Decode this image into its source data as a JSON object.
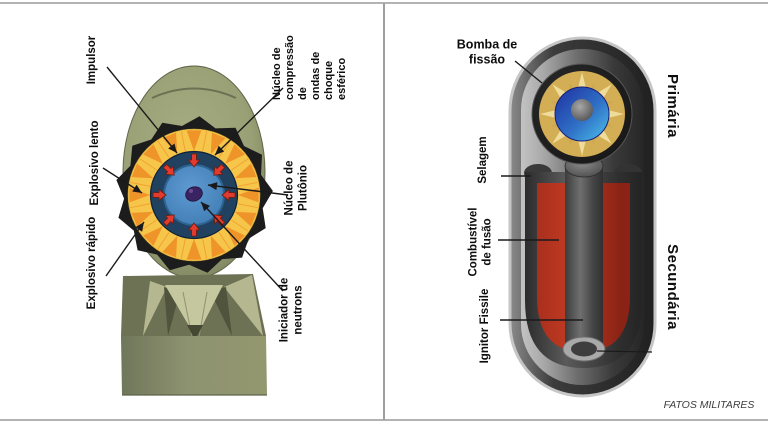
{
  "left": {
    "labels": {
      "impulsor": "Impulsor",
      "explosivo_lento": "Explosivo lento",
      "explosivo_rapido": "Explosivo rápido",
      "nucleo_compressao": "Núcleo de\ncompressão de\nondas de choque\nesférico",
      "nucleo_plutonio": "Núcleo de Plutônio",
      "iniciador_neutrons": "Iniciador de neutrons"
    }
  },
  "right": {
    "labels": {
      "bomba_fissao": "Bomba de\nfissão",
      "selagem": "Selagem",
      "combustivel_fusao": "Combustível\nde fusão",
      "ignitor_fissile": "Ignitor Fissile",
      "primaria": "Primária",
      "secundaria": "Secundária"
    },
    "watermark": "FATOS MILITARES"
  },
  "colors": {
    "body_olive": "#99a075",
    "body_olive_light": "#a8ad82",
    "body_olive_dark": "#767c59",
    "lens_yellow": "#f6c64a",
    "lens_orange": "#ef9429",
    "tamper_navy": "#20415f",
    "arrow_red": "#e23b2e",
    "core_blue": "#4e8ec8",
    "initiator_purple": "#3a2361",
    "jagged_black": "#1c1c1c",
    "casing_light": "#c6c6c6",
    "casing_dark": "#2a2a2a",
    "fusion_red": "#b03320",
    "gold": "#d3ae55",
    "gold_star": "#f0dd9e",
    "leader_black": "#1a1a1a",
    "divider_gray": "#9e9e9e"
  }
}
